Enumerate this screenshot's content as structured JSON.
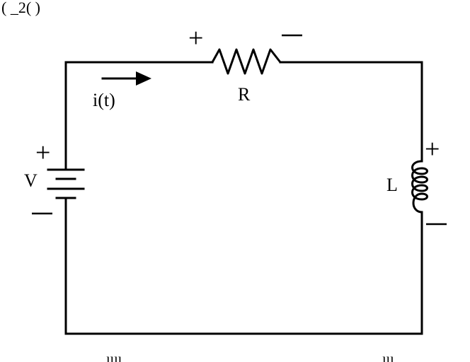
{
  "labels": {
    "current": "i(t)",
    "resistor": "R",
    "voltage": "V",
    "inductor": "L",
    "plus": "+"
  },
  "colors": {
    "line": "#000000",
    "background": "#ffffff"
  },
  "partial_text": {
    "top_left": "( _2( )",
    "bottom_left": "ıııı",
    "bottom_right": "ııı"
  }
}
